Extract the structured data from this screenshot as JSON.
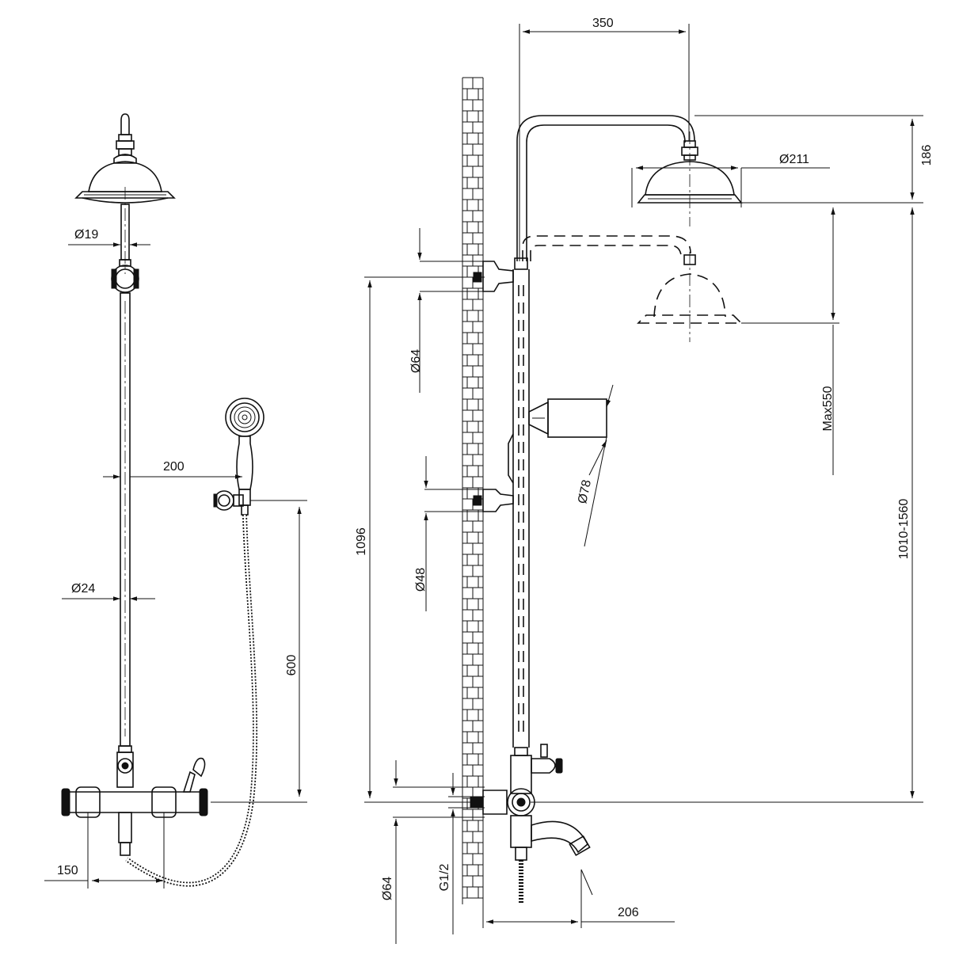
{
  "colors": {
    "line": "#111111",
    "background": "#ffffff"
  },
  "front_view": {
    "dim_head_pipe": "Ø19",
    "dim_offset": "200",
    "dim_riser": "Ø24",
    "dim_hose_height": "600",
    "dim_outlet_spacing": "150"
  },
  "side_view": {
    "dim_arm_reach": "350",
    "dim_head_diameter": "Ø211",
    "dim_head_height": "186",
    "dim_slide_max": "Max550",
    "dim_total_height": "1010-1560",
    "dim_bracket_height": "1096",
    "dim_top_bracket": "Ø64",
    "dim_mid_bracket": "Ø48",
    "dim_handshower": "Ø78",
    "dim_bottom_flange": "Ø64",
    "dim_thread": "G1/2",
    "dim_spout": "206"
  }
}
